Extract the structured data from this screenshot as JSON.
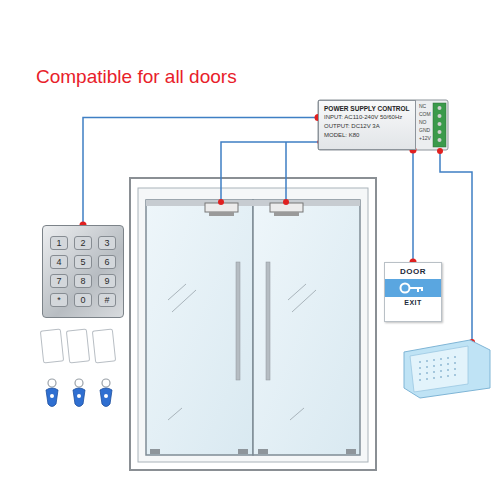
{
  "diagram": {
    "title": "Compatible for all doors",
    "nodes": [
      {
        "text": [
          "POWER SUPPLY CONTROL",
          "INPUT: AC110-240V 50/60Hz",
          "OUTPUT: DC12V 3A",
          "MODEL: K80"
        ]
      },
      {
        "text": [
          "1",
          "2",
          "3",
          "4",
          "5",
          "6",
          "7",
          "8",
          "9",
          "*",
          "0",
          "#"
        ]
      },
      {
        "text": [
          "DOOR",
          "EXIT"
        ]
      }
    ],
    "edges": [
      {
        "from": 1,
        "to": 0,
        "arrow": "none"
      },
      {
        "from": 2,
        "to": 0,
        "arrow": "none"
      }
    ],
    "labels": [
      "NC",
      "COM",
      "NO",
      "GND",
      "+12V"
    ]
  }
}
